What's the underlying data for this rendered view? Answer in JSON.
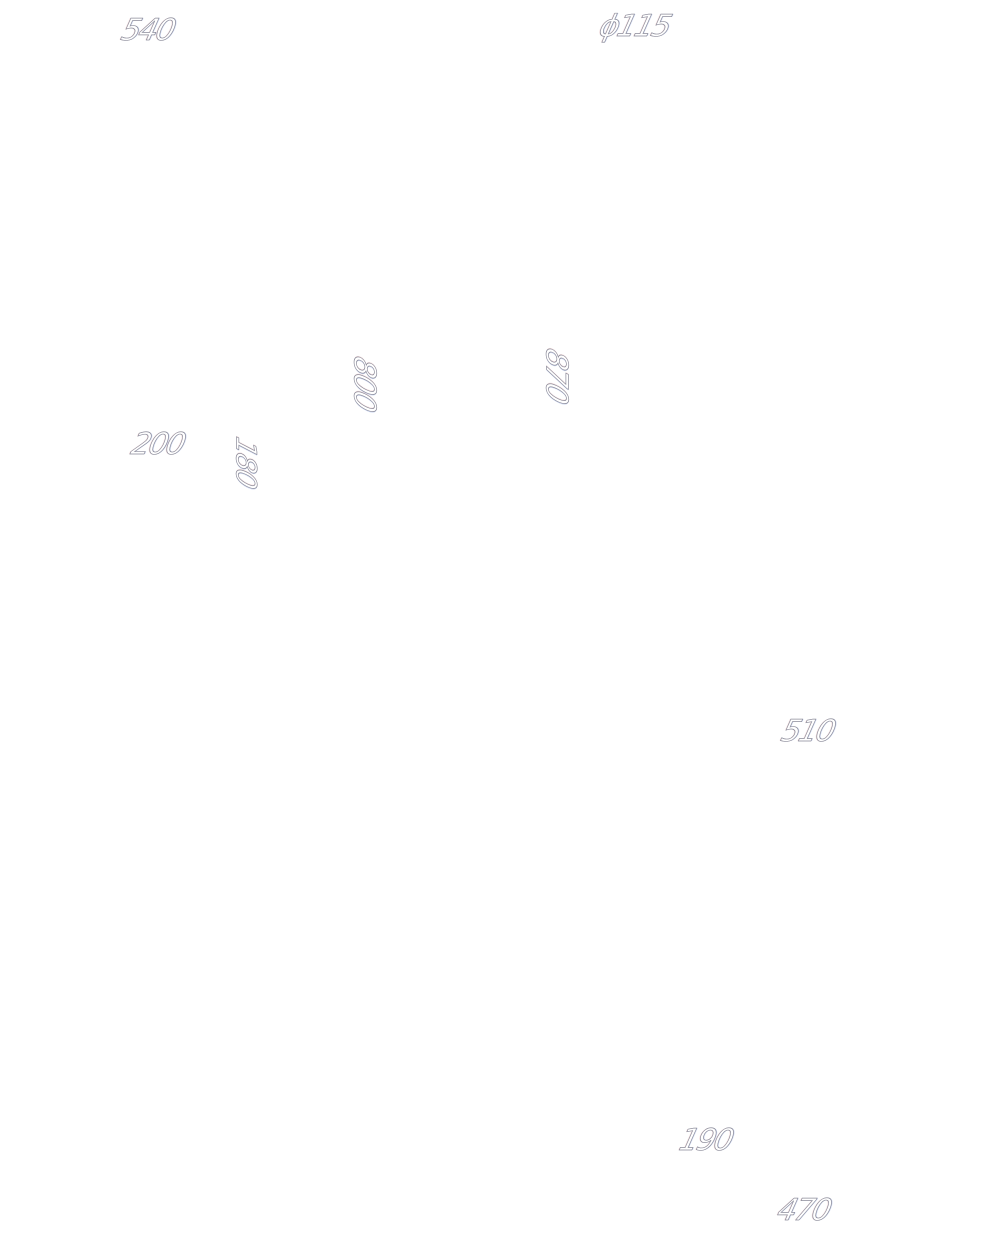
{
  "drawing": {
    "dimensions": {
      "d540": "540",
      "d115": "ϕ115",
      "d800": "800",
      "d870": "870",
      "d200": "200",
      "d180": "180",
      "d510": "510",
      "d190": "190",
      "d470": "470"
    },
    "colors": {
      "background": "#ffffff",
      "outline": "#8c8c9a"
    }
  }
}
